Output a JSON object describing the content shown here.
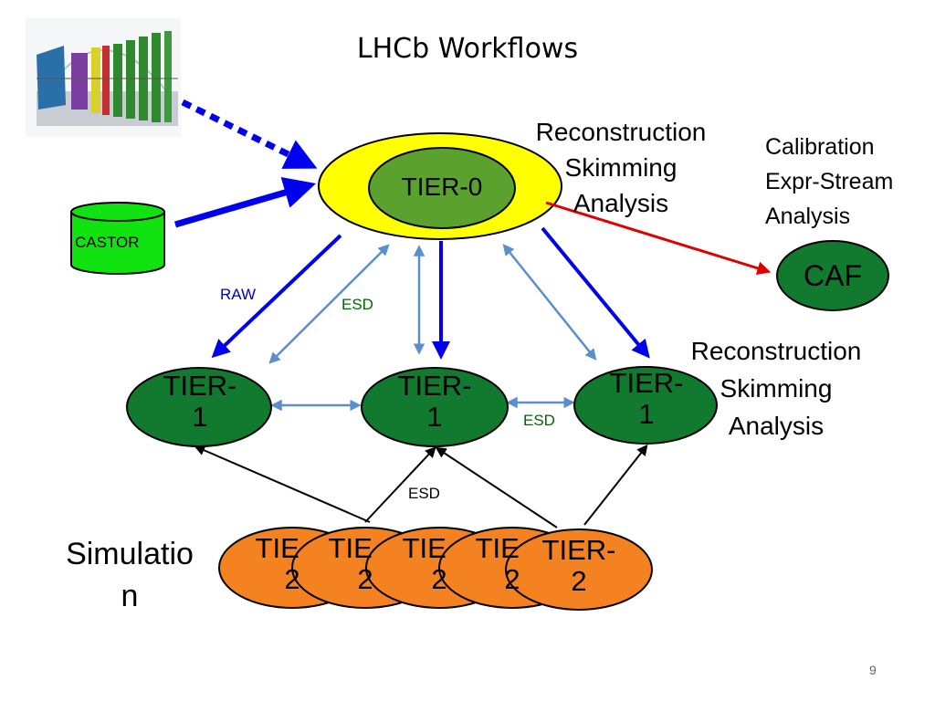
{
  "title": "LHCb Workflows",
  "labels": {
    "tier0": "TIER-0",
    "castor": "CASTOR",
    "caf": "CAF",
    "tier1": [
      "TIER-",
      "1"
    ],
    "tier2": [
      "TIER-",
      "2"
    ],
    "raw": "RAW",
    "esd": "ESD",
    "simulation": [
      "Simulatio",
      "n"
    ],
    "tier0_tasks": [
      "Reconstruction",
      "Skimming",
      "Analysis"
    ],
    "caf_tasks": [
      "Calibration",
      "Expr-Stream",
      "Analysis"
    ],
    "tier1_tasks": [
      "Reconstruction",
      "Skimming",
      "Analysis"
    ],
    "page_number": "9"
  },
  "colors": {
    "tier0_outer": "#ffff00",
    "tier0_inner": "#5aa12e",
    "tier1": "#127a2e",
    "tier2": "#f58220",
    "castor": "#11e311",
    "caf": "#127a2e",
    "raw_arrow": "#0000ee",
    "esd_arrow": "#5b8fcc",
    "caf_arrow": "#e00000",
    "raw_text": "#0000cc",
    "esd_text": "#006600"
  }
}
